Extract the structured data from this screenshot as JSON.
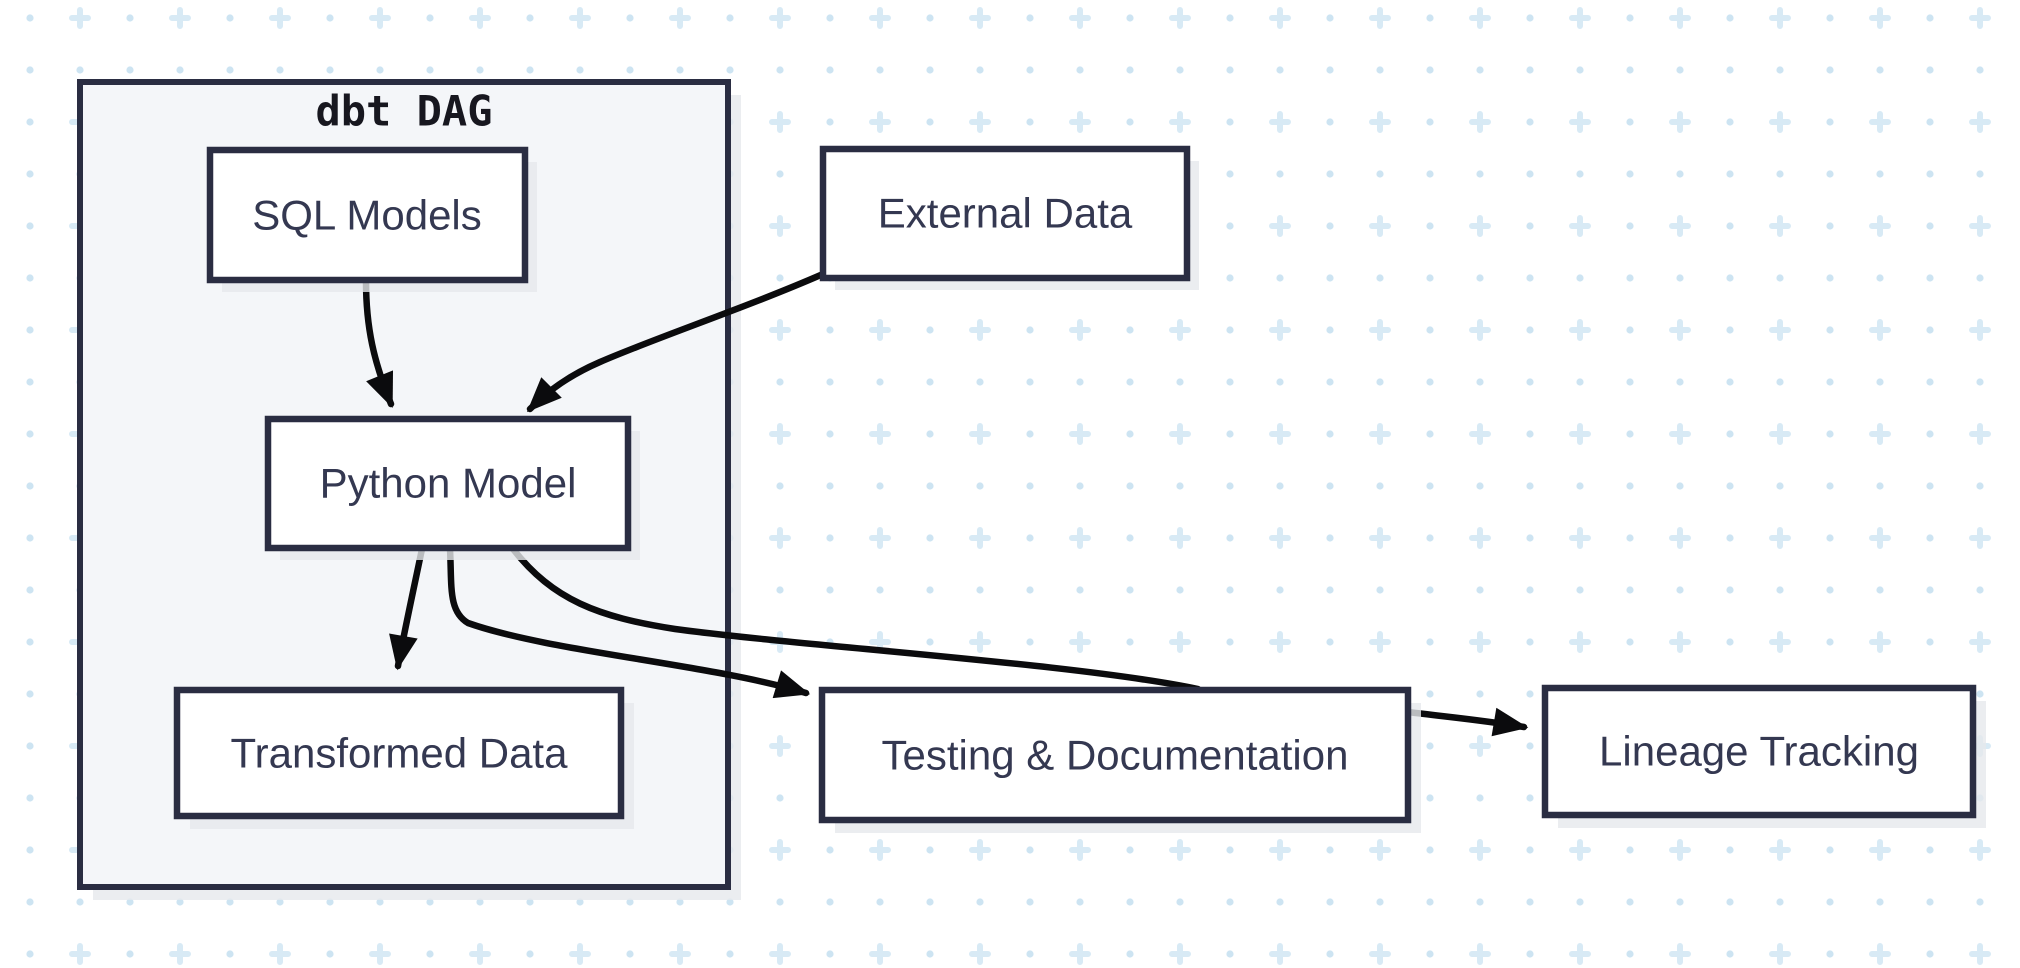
{
  "diagram": {
    "type": "dag",
    "container": {
      "label": "dbt DAG"
    },
    "nodes": {
      "sql_models": {
        "label": "SQL Models"
      },
      "external_data": {
        "label": "External Data"
      },
      "python_model": {
        "label": "Python Model"
      },
      "transformed_data": {
        "label": "Transformed Data"
      },
      "testing_documentation": {
        "label": "Testing & Documentation"
      },
      "lineage_tracking": {
        "label": "Lineage Tracking"
      }
    },
    "edges": [
      {
        "from": "SQL Models",
        "to": "Python Model"
      },
      {
        "from": "External Data",
        "to": "Python Model"
      },
      {
        "from": "Python Model",
        "to": "Transformed Data"
      },
      {
        "from": "Python Model",
        "to": "Testing & Documentation"
      },
      {
        "from": "Python Model",
        "to": "Testing & Documentation"
      },
      {
        "from": "Testing & Documentation",
        "to": "Lineage Tracking"
      }
    ],
    "colors": {
      "background": "#ffffff",
      "pattern_plus": "#d8eaf5",
      "pattern_dot": "#cde4f2",
      "container_fill": "#f4f6f9",
      "node_fill": "#ffffff",
      "node_border": "#2a2d42",
      "label_text": "#343851",
      "title_text": "#17171f",
      "edge": "#0b0b0d",
      "shadow": "#e6e8ec"
    }
  }
}
